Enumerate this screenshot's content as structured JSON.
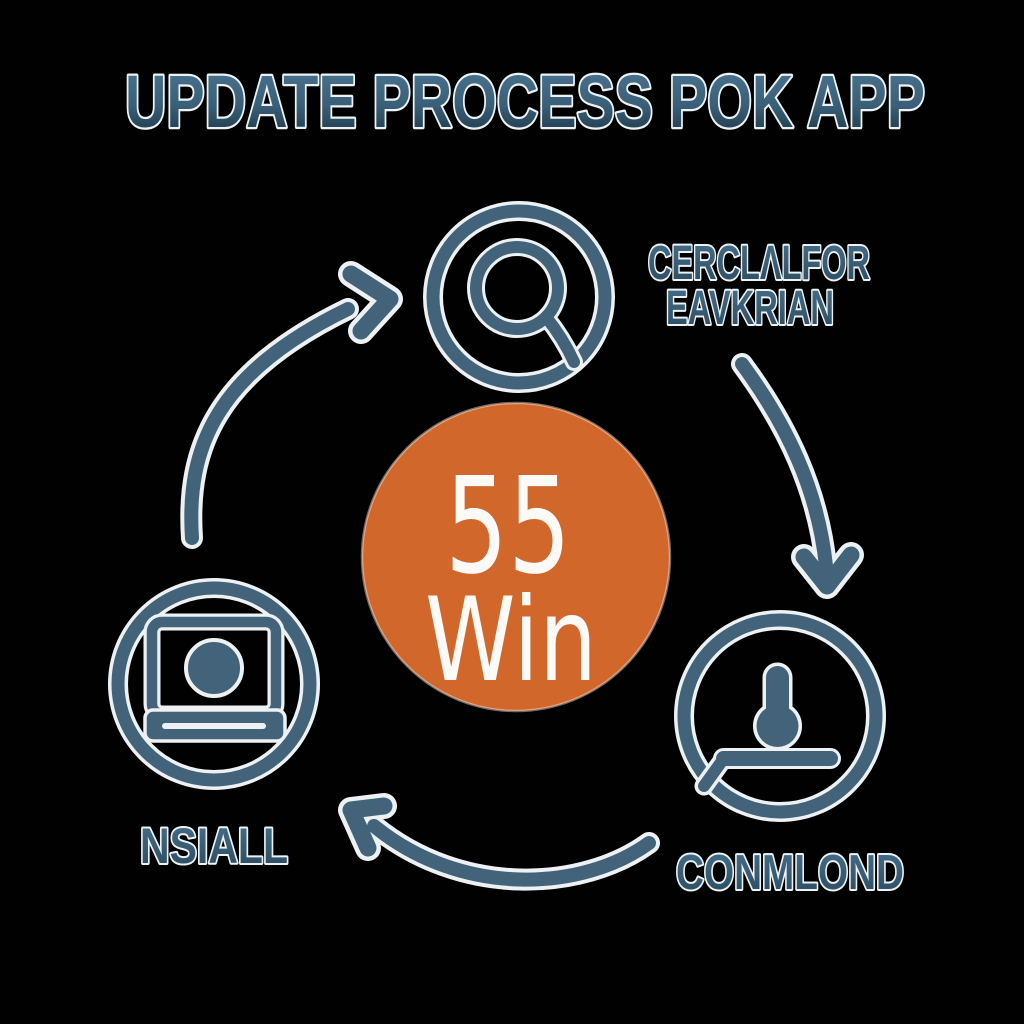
{
  "title": "UPDATE PROCESS POK APP",
  "center_badge": {
    "value": "55",
    "label": "Win",
    "bg_color": "#D2672B",
    "text_color": "#FBFAF6"
  },
  "steps": [
    {
      "name": "search",
      "icon": "magnifier-icon",
      "label_line1": "CERCLΛLFOR",
      "label_line2": "EAVKRIAN",
      "position": "top"
    },
    {
      "name": "measure",
      "icon": "gauge-icon",
      "label_line1": "CONMLOND",
      "position": "bottom-right"
    },
    {
      "name": "install",
      "icon": "laptop-icon",
      "label_line1": "NSIALL",
      "position": "bottom-left"
    }
  ],
  "arrows": [
    {
      "name": "arrow-install-to-search",
      "direction": "up-right"
    },
    {
      "name": "arrow-search-to-measure",
      "direction": "down"
    },
    {
      "name": "arrow-measure-to-install",
      "direction": "up-left"
    }
  ],
  "colors": {
    "background": "#010101",
    "slate": "#426379",
    "slate_dark": "#1E3A4D",
    "outline_white": "#EDF1F3",
    "orange": "#D2672B"
  }
}
